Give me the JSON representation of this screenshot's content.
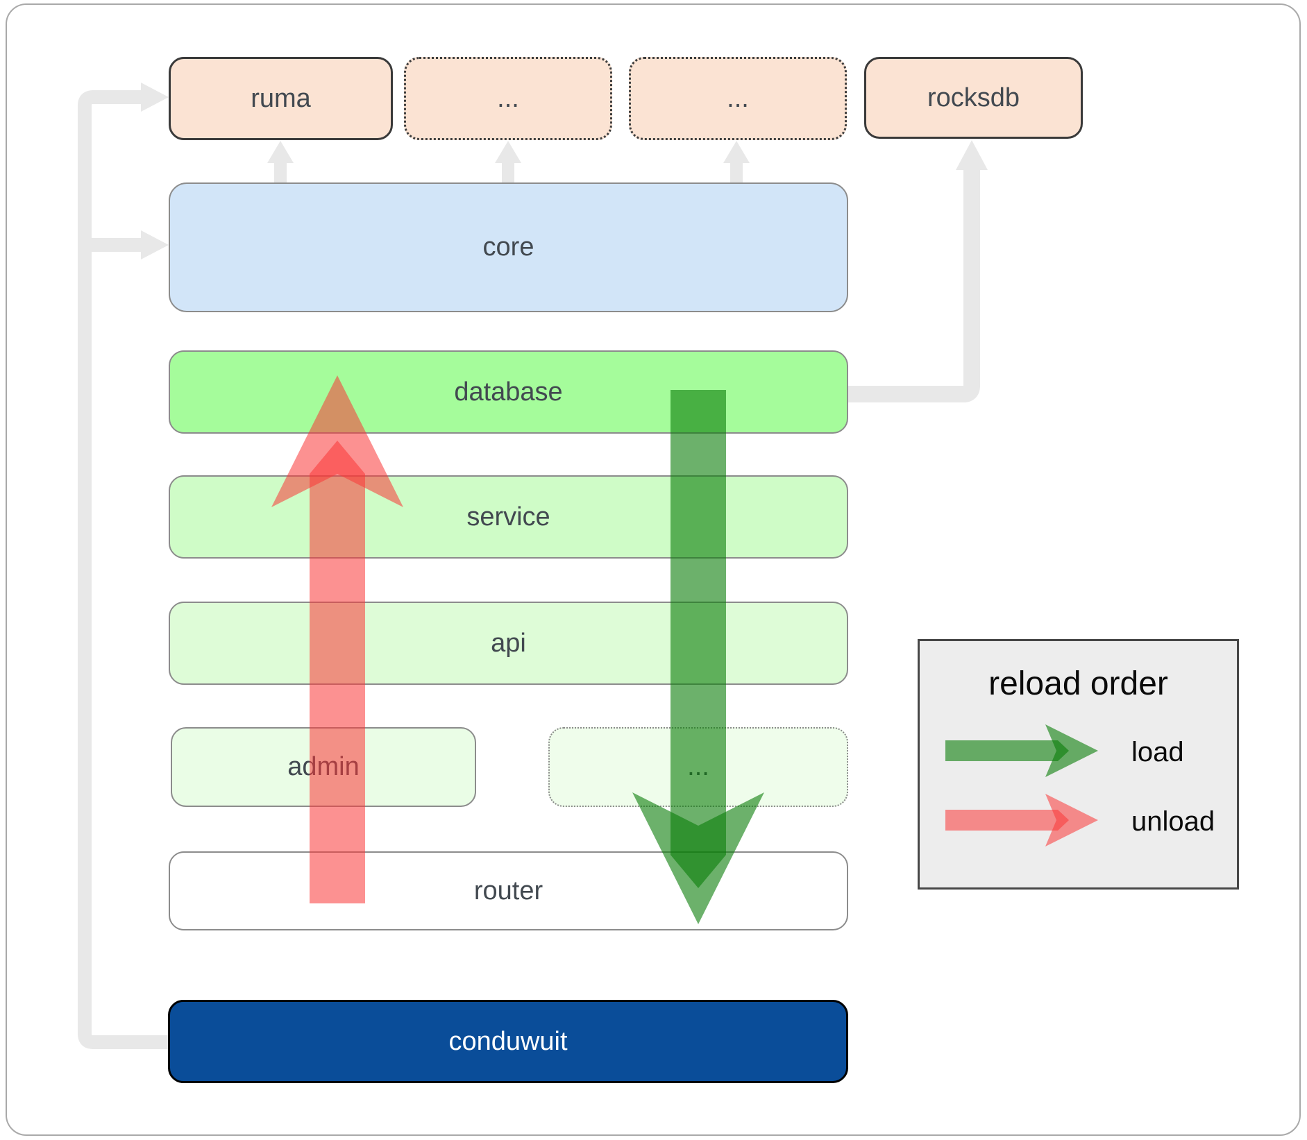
{
  "diagram": {
    "nodes": {
      "ruma": "ruma",
      "deps1": "...",
      "deps2": "...",
      "rocksdb": "rocksdb",
      "core": "core",
      "database": "database",
      "service": "service",
      "api": "api",
      "admin": "admin",
      "modules": "...",
      "router": "router",
      "conduwuit": "conduwuit"
    },
    "legend": {
      "title": "reload order",
      "load_label": "load",
      "unload_label": "unload"
    },
    "colors": {
      "peach_box": "#fbe3d3",
      "core_blue": "#d2e5f8",
      "database_green": "#a5fc9b",
      "service_green": "#cffcc7",
      "api_green": "#defcd7",
      "admin_green": "#eafde6",
      "conduwuit_blue": "#0a4d99",
      "load_arrow_green": "rgba(10,125,8,0.6)",
      "unload_arrow_red": "rgba(249,55,55,0.55)",
      "connector_gray": "#e8e8e8",
      "label_text": "#424950"
    }
  }
}
